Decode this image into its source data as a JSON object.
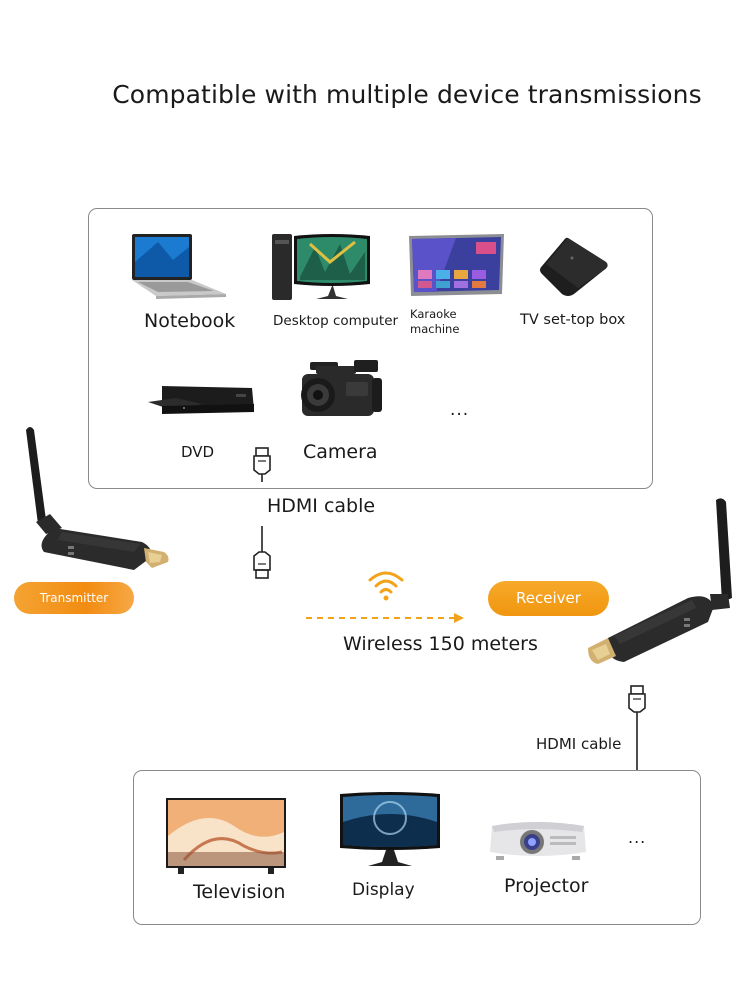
{
  "title": "Compatible with multiple device transmissions",
  "sources": {
    "notebook": "Notebook",
    "desktop": "Desktop computer",
    "karaoke_line1": "Karaoke",
    "karaoke_line2": "machine",
    "tvbox": "TV set-top box",
    "dvd": "DVD",
    "camera": "Camera",
    "more": "..."
  },
  "hdmi_cable_top": "HDMI cable",
  "transmitter": "Transmitter",
  "receiver": "Receiver",
  "wireless": "Wireless 150 meters",
  "hdmi_cable_bottom": "HDMI cable",
  "displays": {
    "television": "Television",
    "display": "Display",
    "projector": "Projector",
    "more": "..."
  },
  "colors": {
    "accent_orange": "#f39a1a",
    "box_border": "#8a8a8a",
    "device_dark": "#2b2b2b"
  }
}
